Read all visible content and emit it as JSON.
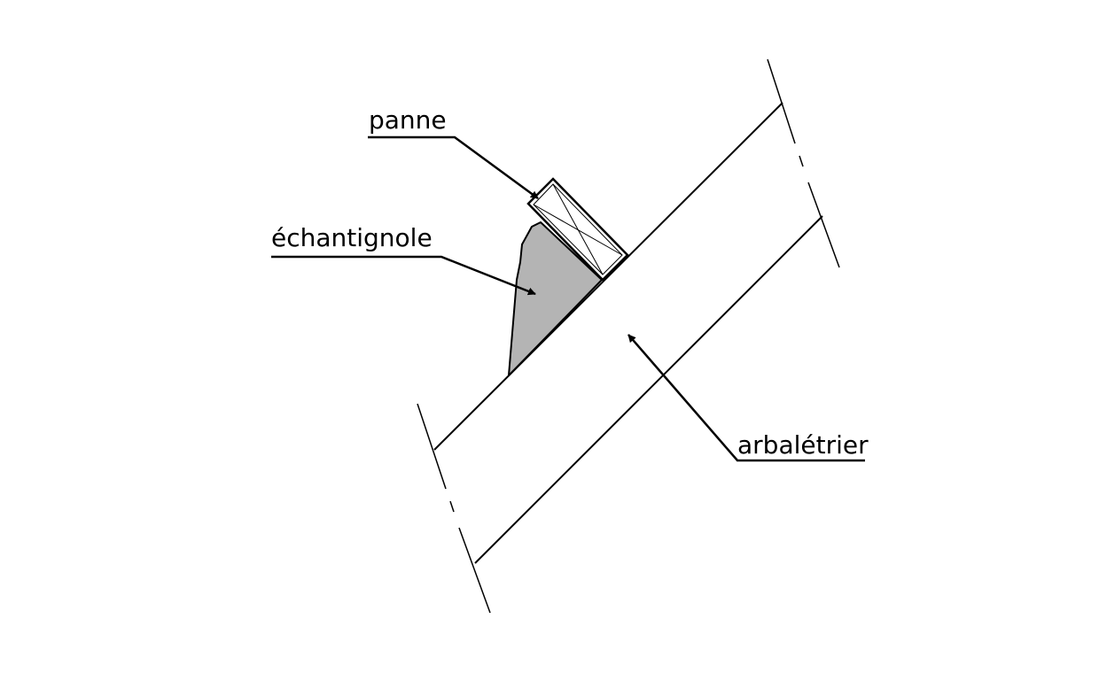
{
  "labels": {
    "panne": "panne",
    "echantignole": "échantignole",
    "arbaletrier": "arbalétrier"
  },
  "colors": {
    "line": "#000000",
    "echantignole_fill": "#b4b4b4",
    "background": "#ffffff"
  },
  "icons": {
    "break_line": "dash-dot-break-line",
    "leader_arrow": "filled-arrowhead"
  }
}
